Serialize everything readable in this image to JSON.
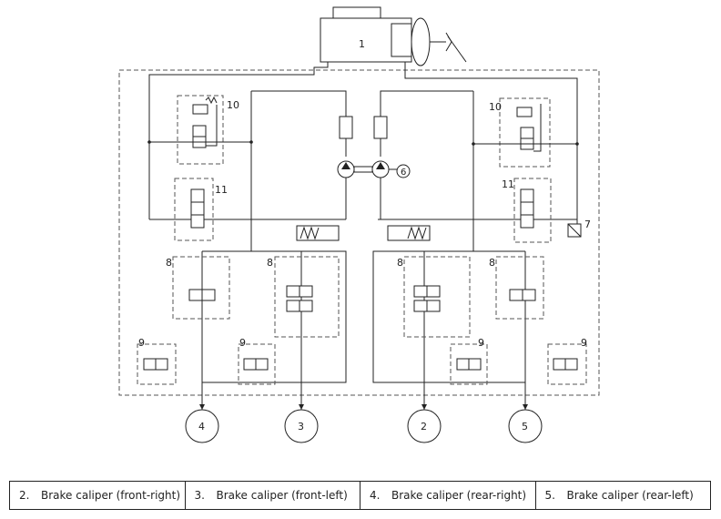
{
  "callouts": {
    "master_cylinder": "1",
    "pump": "6",
    "sensor": "7",
    "valve_8": "8",
    "valve_9": "9",
    "valve_10": "10",
    "valve_11": "11"
  },
  "calipers": {
    "rear_right": "4",
    "front_left": "3",
    "front_right": "2",
    "rear_left": "5"
  },
  "legend": [
    {
      "num": "2.",
      "label": "Brake caliper (front-right)"
    },
    {
      "num": "3.",
      "label": "Brake caliper (front-left)"
    },
    {
      "num": "4.",
      "label": "Brake caliper (rear-right)"
    },
    {
      "num": "5.",
      "label": "Brake caliper (rear-left)"
    }
  ]
}
